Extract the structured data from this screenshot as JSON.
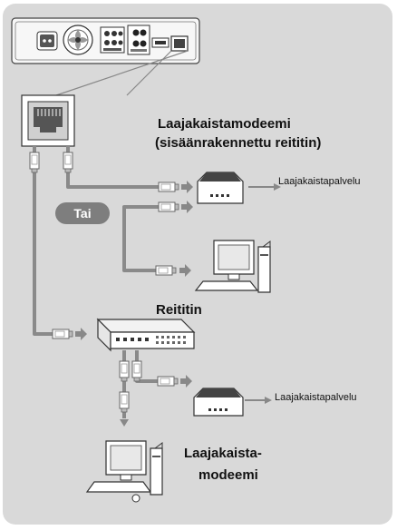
{
  "labels": {
    "modem_title_line1": "Laajakaistamodeemi",
    "modem_title_line2": "(sisäänrakennettu reititin)",
    "service_top": "Laajakaistapalvelu",
    "or_badge": "Tai",
    "router": "Reititin",
    "service_bottom": "Laajakaistapalvelu",
    "bottom_modem_line1": "Laajakaista-",
    "bottom_modem_line2": "modeemi"
  },
  "colors": {
    "panel": "#d9d9d9",
    "cable": "#8a8a8a",
    "badge": "#7e7e7e",
    "arrow": "#888888"
  }
}
